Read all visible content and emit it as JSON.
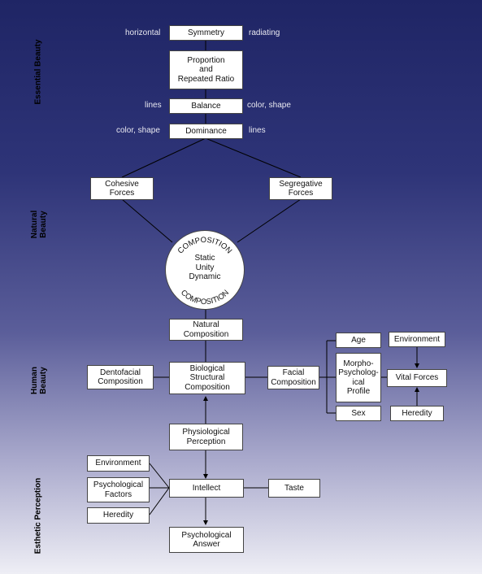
{
  "sections": {
    "essential": "Essential Beauty",
    "natural": "Natural\nBeauty",
    "human": "Human\nBeauty",
    "esthetic": "Esthetic Perception"
  },
  "boxes": {
    "symmetry": "Symmetry",
    "proportion": "Proportion\nand\nRepeated Ratio",
    "balance": "Balance",
    "dominance": "Dominance",
    "cohesive": "Cohesive\nForces",
    "segregative": "Segregative\nForces",
    "natural_composition": "Natural\nComposition",
    "dentofacial": "Dentofacial\nComposition",
    "biological": "Biological\nStructural\nComposition",
    "facial": "Facial\nComposition",
    "age": "Age",
    "morpho": "Morpho-\nPsycholog-\nical\nProfile",
    "sex": "Sex",
    "environment_right": "Environment",
    "vital_forces": "Vital Forces",
    "heredity_right": "Heredity",
    "physiological": "Physiological\nPerception",
    "environment_left": "Environment",
    "psychological_factors": "Psychological\nFactors",
    "heredity_left": "Heredity",
    "intellect": "Intellect",
    "taste": "Taste",
    "psychological_answer": "Psychological\nAnswer"
  },
  "side_labels": {
    "symmetry_left": "horizontal",
    "symmetry_right": "radiating",
    "balance_left": "lines",
    "balance_right": "color, shape",
    "dominance_left": "color, shape",
    "dominance_right": "lines"
  },
  "circle": {
    "arc_top": "COMPOSITION",
    "arc_bottom": "COMPOSITION",
    "center": "Static\nUnity\nDynamic"
  }
}
